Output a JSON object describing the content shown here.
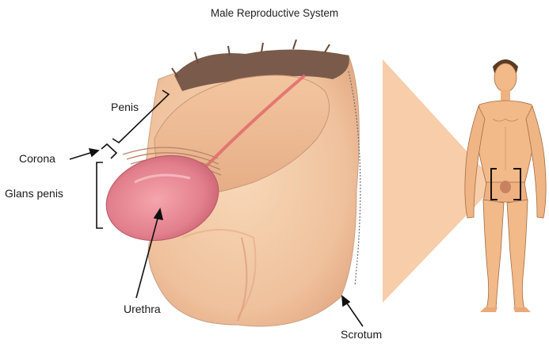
{
  "title": "Male Reproductive System",
  "labels": {
    "penis": "Penis",
    "corona": "Corona",
    "glans_penis": "Glans penis",
    "urethra": "Urethra",
    "scrotum": "Scrotum"
  },
  "colors": {
    "skin": "#f2c9a3",
    "skin_shadow": "#e3a882",
    "glans": "#e6828f",
    "hair": "#7a5a4a",
    "callout_triangle": "#f7cdaa",
    "outline": "#111111"
  }
}
